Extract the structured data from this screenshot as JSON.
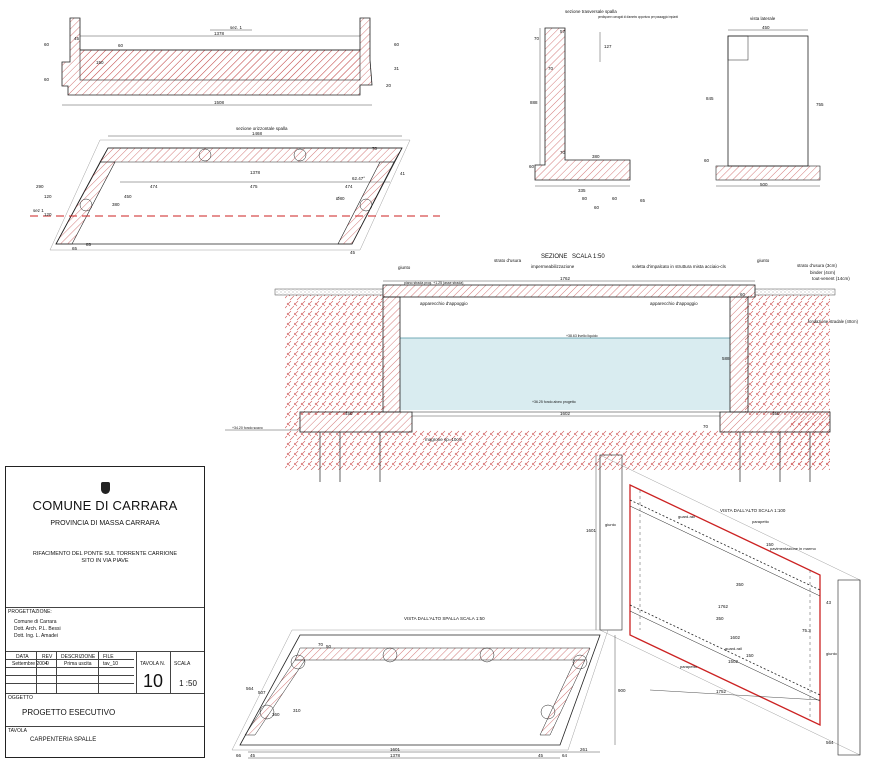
{
  "drawings": {
    "section_1": {
      "title": "sez. 1",
      "dims": [
        "1378",
        "1508",
        "45",
        "60",
        "60",
        "31",
        "20",
        "150",
        "60",
        "60"
      ]
    },
    "plan_section": {
      "title": "sezione orizzontale spalla",
      "dims": [
        "1468",
        "1378",
        "474",
        "475",
        "474",
        "70",
        "41",
        "290",
        "120",
        "120",
        "380",
        "450",
        "65",
        "85",
        "45",
        "Ø80",
        "62.47°"
      ],
      "section_mark": "sez 1"
    },
    "transverse_section": {
      "title": "sezione trasversale spalla",
      "note": "predisporre corrugati di diametro opportuno per passaggio impianti",
      "dims": [
        "57",
        "70",
        "127",
        "70",
        "888",
        "70",
        "60",
        "380",
        "335",
        "60",
        "80",
        "65",
        "60"
      ]
    },
    "side_view": {
      "title": "vista laterale",
      "dims": [
        "450",
        "845",
        "755",
        "60",
        "500"
      ]
    },
    "main_section": {
      "title": "SEZIONE",
      "scale": "SCALA 1:50",
      "labels": [
        "giunto",
        "strato d'usura",
        "impermeabilizzazione",
        "soletta d'impalcato in struttura mista acciaio-cls",
        "giunto",
        "strato d'usura (3cm)",
        "binder (4cm)",
        "tout-venent (14cm)",
        "fondazione stradale (40cm)",
        "apparecchio d'appoggio",
        "apparecchio d'appoggio",
        "magrone sp=10cm"
      ],
      "levels": [
        "piano strada prog. +1.25 (asse strada)",
        "+38.63 livello liquido",
        "+36.25 fondo alveo progetto",
        "+34.20 fondo scavo"
      ],
      "dims": [
        "1762",
        "60",
        "588",
        "450",
        "1602",
        "450",
        "70"
      ]
    },
    "plan_deck": {
      "title": "VISTA DALL'ALTO SCALA 1:100",
      "labels": [
        "guard-rail",
        "parapetto",
        "pavimentazione in marmo",
        "giunto",
        "guard-rail",
        "parapetto",
        "giunto"
      ],
      "dims": [
        "1601",
        "150",
        "350",
        "1762",
        "350",
        "1602",
        "150",
        "1502",
        "1752",
        "43",
        "75.3",
        "564"
      ]
    },
    "plan_abutment": {
      "title": "VISTA DALL'ALTO SPALLA SCALA 1:50",
      "dims": [
        "70",
        "50",
        "564",
        "507",
        "310",
        "360",
        "1601",
        "1378",
        "45",
        "45",
        "261",
        "66",
        "64",
        "900"
      ]
    }
  },
  "title_block": {
    "city": "COMUNE DI CARRARA",
    "province": "PROVINCIA DI MASSA CARRARA",
    "project_line1": "RIFACIMENTO DEL PONTE SUL TORRENTE CARRIONE",
    "project_line2": "SITO IN VIA PIAVE",
    "design_label": "PROGETTAZIONE:",
    "designers": [
      "Comune di Carrara",
      "Dott. Arch. P.L. Bessi",
      "Dott. Ing. L. Amadei"
    ],
    "table_headers": [
      "DATA",
      "REV",
      "DESCRIZIONE",
      "FILE",
      "TAVOLA N.",
      "SCALA"
    ],
    "table_row": [
      "Settembre 2004",
      "0",
      "Prima uscita",
      "tav_10"
    ],
    "sheet_number": "10",
    "scale": "1 :50",
    "object_label": "OGGETTO",
    "object": "PROGETTO ESECUTIVO",
    "sheet_label": "TAVOLA",
    "sheet_title": "CARPENTERIA SPALLE"
  },
  "colors": {
    "line": "#222222",
    "hatch": "#c04040",
    "section_cut": "#cc2222",
    "water": "#d9ecf0"
  }
}
